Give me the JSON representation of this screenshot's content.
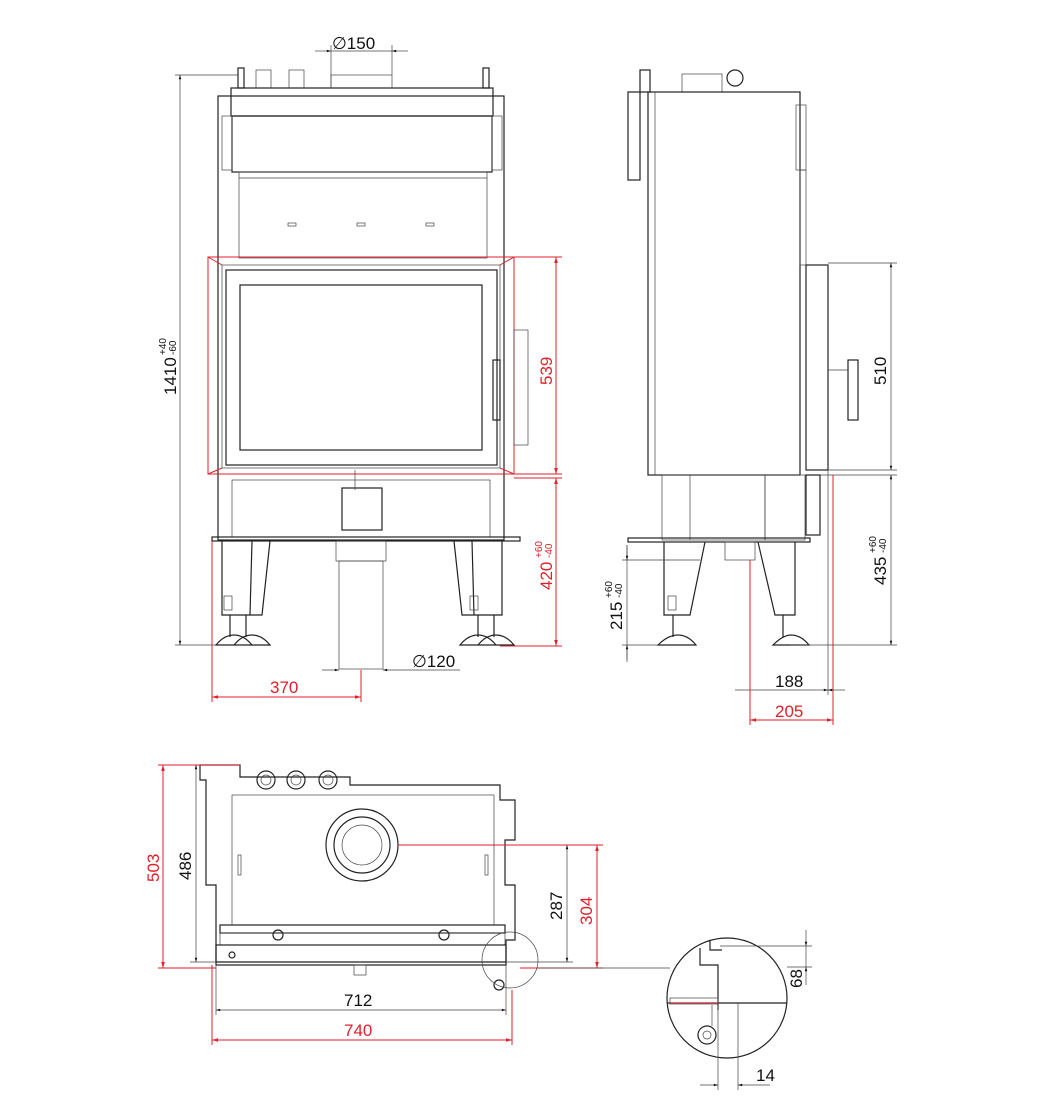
{
  "front_view": {
    "flue_diameter": "∅150",
    "height": "1410",
    "height_tol_plus": "+40",
    "height_tol_minus": "-60",
    "door_height": "539",
    "base_height": "420",
    "base_tol_plus": "+60",
    "base_tol_minus": "-40",
    "offset_width": "370",
    "bottom_flue_diameter": "∅120"
  },
  "side_view": {
    "door_height": "510",
    "base_height": "435",
    "base_tol_plus": "+60",
    "base_tol_minus": "-40",
    "leg_height": "215",
    "leg_tol_plus": "+60",
    "leg_tol_minus": "-40",
    "depth_inner": "188",
    "depth_outer": "205"
  },
  "top_view": {
    "depth_outer": "503",
    "depth_inner": "486",
    "flue_offset_inner": "287",
    "flue_offset_outer": "304",
    "width_inner": "712",
    "width_outer": "740"
  },
  "detail": {
    "offset": "68",
    "thickness": "14"
  },
  "colors": {
    "line": "#222222",
    "accent": "#e0202a"
  }
}
